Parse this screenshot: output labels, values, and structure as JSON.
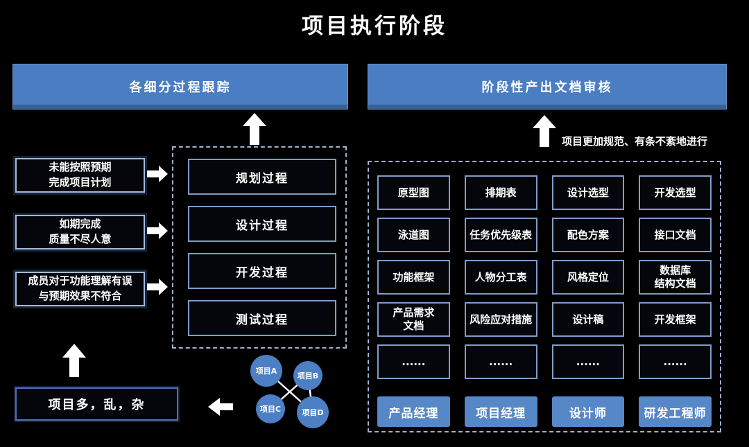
{
  "title": "项目执行阶段",
  "left": {
    "header": "各细分过程跟踪",
    "issues": [
      "未能按照预期\n完成项目计划",
      "如期完成\n质量不尽人意",
      "成员对于功能理解有误\n与预期效果不符合"
    ],
    "processes": [
      "规划过程",
      "设计过程",
      "开发过程",
      "测试过程"
    ],
    "summary": "项目多，乱，杂",
    "projects": [
      "项目A",
      "项目B",
      "项目C",
      "项目D"
    ]
  },
  "right": {
    "header": "阶段性产出文档审核",
    "annotation": "项目更加规范、有条不紊地进行",
    "docs": [
      [
        "原型图",
        "排期表",
        "设计选型",
        "开发选型"
      ],
      [
        "泳道图",
        "任务优先级表",
        "配色方案",
        "接口文档"
      ],
      [
        "功能框架",
        "人物分工表",
        "风格定位",
        "数据库\n结构文档"
      ],
      [
        "产品需求\n文档",
        "风险应对措施",
        "设计稿",
        "开发框架"
      ],
      [
        "......",
        "......",
        "......",
        "......"
      ]
    ],
    "roles": [
      "产品经理",
      "项目经理",
      "设计师",
      "研发工程师"
    ]
  },
  "colors": {
    "background": "#000000",
    "header_blue": "#4a7dc1",
    "role_blue": "#5687c7",
    "circle_blue": "#4c7fc3",
    "cell_border": "#7f9dca",
    "issue_border": "#a6b8d6",
    "summary_border": "#4d74b2",
    "dashed_border": "#9db0d0",
    "arrow_white": "#ffffff",
    "text": "#ffffff"
  }
}
